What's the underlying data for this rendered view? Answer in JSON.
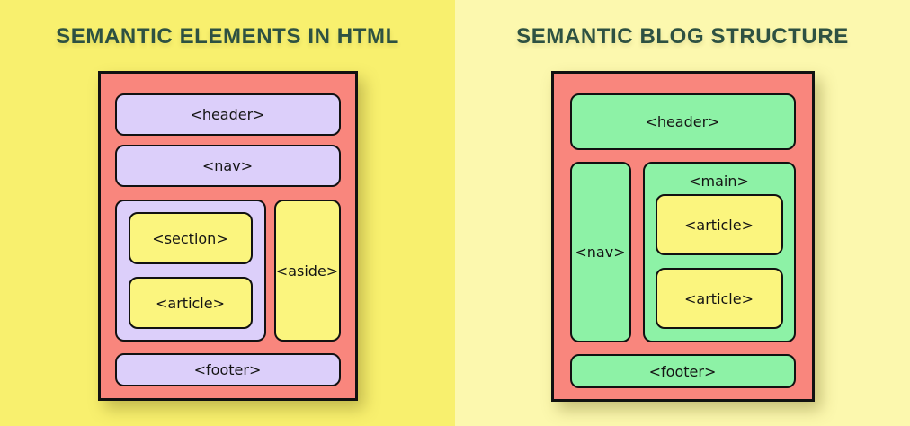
{
  "colors": {
    "left_bg": "#F8F06E",
    "right_bg": "#FCF8AE",
    "container_red": "#F9867D",
    "purple": "#DCCFFA",
    "yellow": "#FBF57E",
    "green": "#8DF2A6",
    "border_black": "#111111",
    "title_green": "#2D5142"
  },
  "left_panel": {
    "title": "SEMANTIC ELEMENTS IN HTML",
    "labels": {
      "header": "<header>",
      "nav": "<nav>",
      "section": "<section>",
      "article": "<article>",
      "aside": "<aside>",
      "footer": "<footer>"
    }
  },
  "right_panel": {
    "title": "SEMANTIC BLOG STRUCTURE",
    "labels": {
      "header": "<header>",
      "nav": "<nav>",
      "main": "<main>",
      "article_1": "<article>",
      "article_2": "<article>",
      "footer": "<footer>"
    }
  }
}
